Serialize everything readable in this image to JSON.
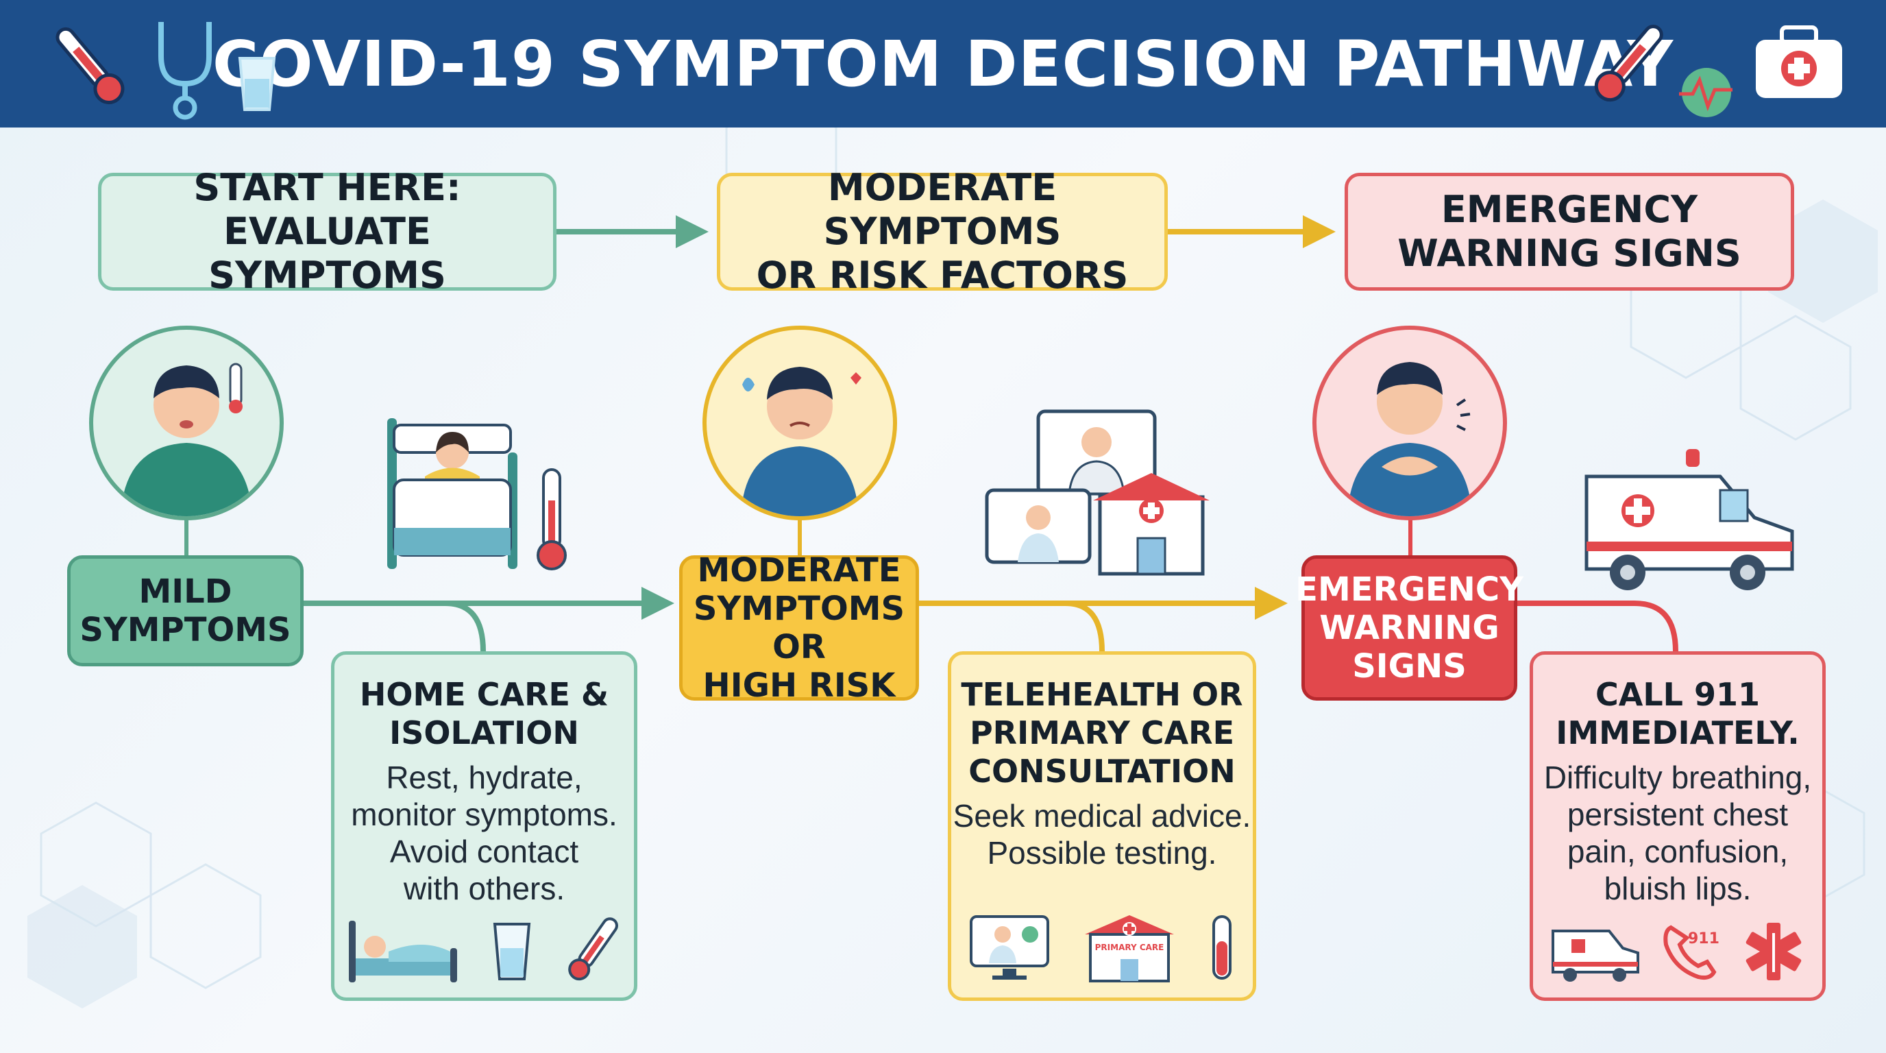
{
  "title": "COVID-19 SYMPTOM DECISION PATHWAY",
  "top_row": {
    "start": "START HERE:\nEVALUATE SYMPTOMS",
    "moderate": "MODERATE SYMPTOMS\nOR RISK FACTORS",
    "emergency": "EMERGENCY\nWARNING SIGNS"
  },
  "nodes": {
    "mild": "MILD\nSYMPTOMS",
    "moderate": "MODERATE\nSYMPTOMS OR\nHIGH RISK",
    "emergency": "EMERGENCY\nWARNING\nSIGNS"
  },
  "details": {
    "home_care": {
      "heading": "HOME CARE &\nISOLATION",
      "body": "Rest, hydrate,\nmonitor symptoms.\nAvoid contact\nwith others."
    },
    "telehealth": {
      "heading": "TELEHEALTH OR\nPRIMARY CARE\nCONSULTATION",
      "body": "Seek medical advice.\nPossible testing."
    },
    "call_911": {
      "heading": "CALL 911\nIMMEDIATELY.",
      "body": "Difficulty breathing,\npersistent chest\npain, confusion,\nbluish lips."
    }
  },
  "icon_text": {
    "primary_care_sign": "PRIMARY CARE",
    "phone_911": "911"
  },
  "colors": {
    "header": "#1d4f8b",
    "green": "#79c4a6",
    "yellow": "#f8c742",
    "red": "#e2484c"
  },
  "icons": [
    "thermometer-icon",
    "stethoscope-icon",
    "water-glass-icon",
    "first-aid-kit-icon",
    "heartbeat-icon",
    "bed-icon",
    "video-doctor-icon",
    "hospital-icon",
    "ambulance-icon",
    "phone-icon",
    "star-of-life-icon",
    "test-tube-icon"
  ]
}
